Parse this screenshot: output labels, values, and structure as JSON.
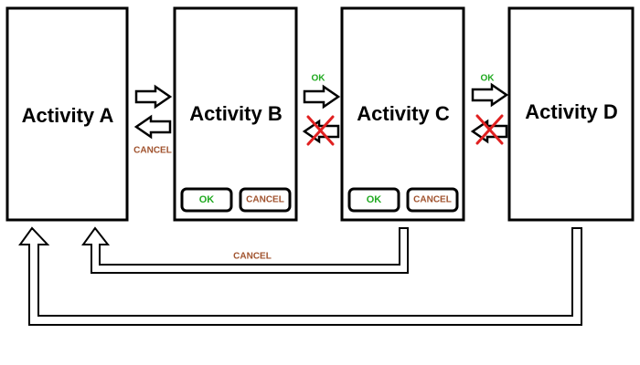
{
  "activities": [
    {
      "title": "Activity A"
    },
    {
      "title": "Activity B",
      "ok_label": "OK",
      "cancel_label": "CANCEL"
    },
    {
      "title": "Activity C",
      "ok_label": "OK",
      "cancel_label": "CANCEL"
    },
    {
      "title": "Activity D"
    }
  ],
  "labels": {
    "cancel_b_to_a": "CANCEL",
    "ok_b_to_c": "OK",
    "ok_c_to_d": "OK",
    "cancel_c_to_a": "CANCEL"
  },
  "colors": {
    "ok": "#22aa22",
    "cancel": "#a0522d",
    "cross": "#e02020"
  },
  "icons": {
    "forward": "right-arrow-icon",
    "back": "left-arrow-icon",
    "blocked": "red-x-icon",
    "return": "up-arrow-icon"
  }
}
